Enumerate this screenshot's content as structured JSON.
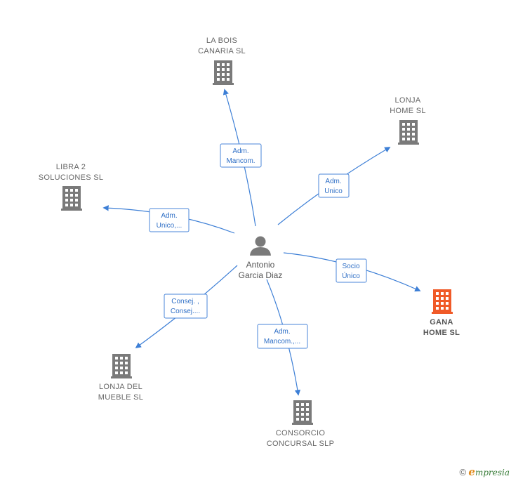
{
  "person": {
    "name_line1": "Antonio",
    "name_line2": "Garcia Diaz"
  },
  "companies": [
    {
      "id": "la-bois",
      "line1": "LA BOIS",
      "line2": "CANARIA SL",
      "highlight": false
    },
    {
      "id": "lonja-home",
      "line1": "LONJA",
      "line2": "HOME  SL",
      "highlight": false
    },
    {
      "id": "libra2",
      "line1": "LIBRA 2",
      "line2": "SOLUCIONES SL",
      "highlight": false
    },
    {
      "id": "gana-home",
      "line1": "GANA",
      "line2": "HOME  SL",
      "highlight": true
    },
    {
      "id": "lonja-mueble",
      "line1": "LONJA DEL",
      "line2": "MUEBLE  SL",
      "highlight": false
    },
    {
      "id": "consorcio",
      "line1": "CONSORCIO",
      "line2": "CONCURSAL SLP",
      "highlight": false
    }
  ],
  "edges": [
    {
      "to": "la-bois",
      "line1": "Adm.",
      "line2": "Mancom."
    },
    {
      "to": "lonja-home",
      "line1": "Adm.",
      "line2": "Unico"
    },
    {
      "to": "libra2",
      "line1": "Adm.",
      "line2": "Unico,..."
    },
    {
      "to": "gana-home",
      "line1": "Socio",
      "line2": "Único"
    },
    {
      "to": "lonja-mueble",
      "line1": "Consej. ,",
      "line2": "Consej...."
    },
    {
      "to": "consorcio",
      "line1": "Adm.",
      "line2": "Mancom.,..."
    }
  ],
  "colors": {
    "building": "#7a7a7a",
    "building_highlight": "#f05a28",
    "edge": "#3d7fd6",
    "person": "#7a7a7a"
  },
  "footer": {
    "copyright": "©",
    "brand_initial": "e",
    "brand_rest": "mpresia"
  }
}
